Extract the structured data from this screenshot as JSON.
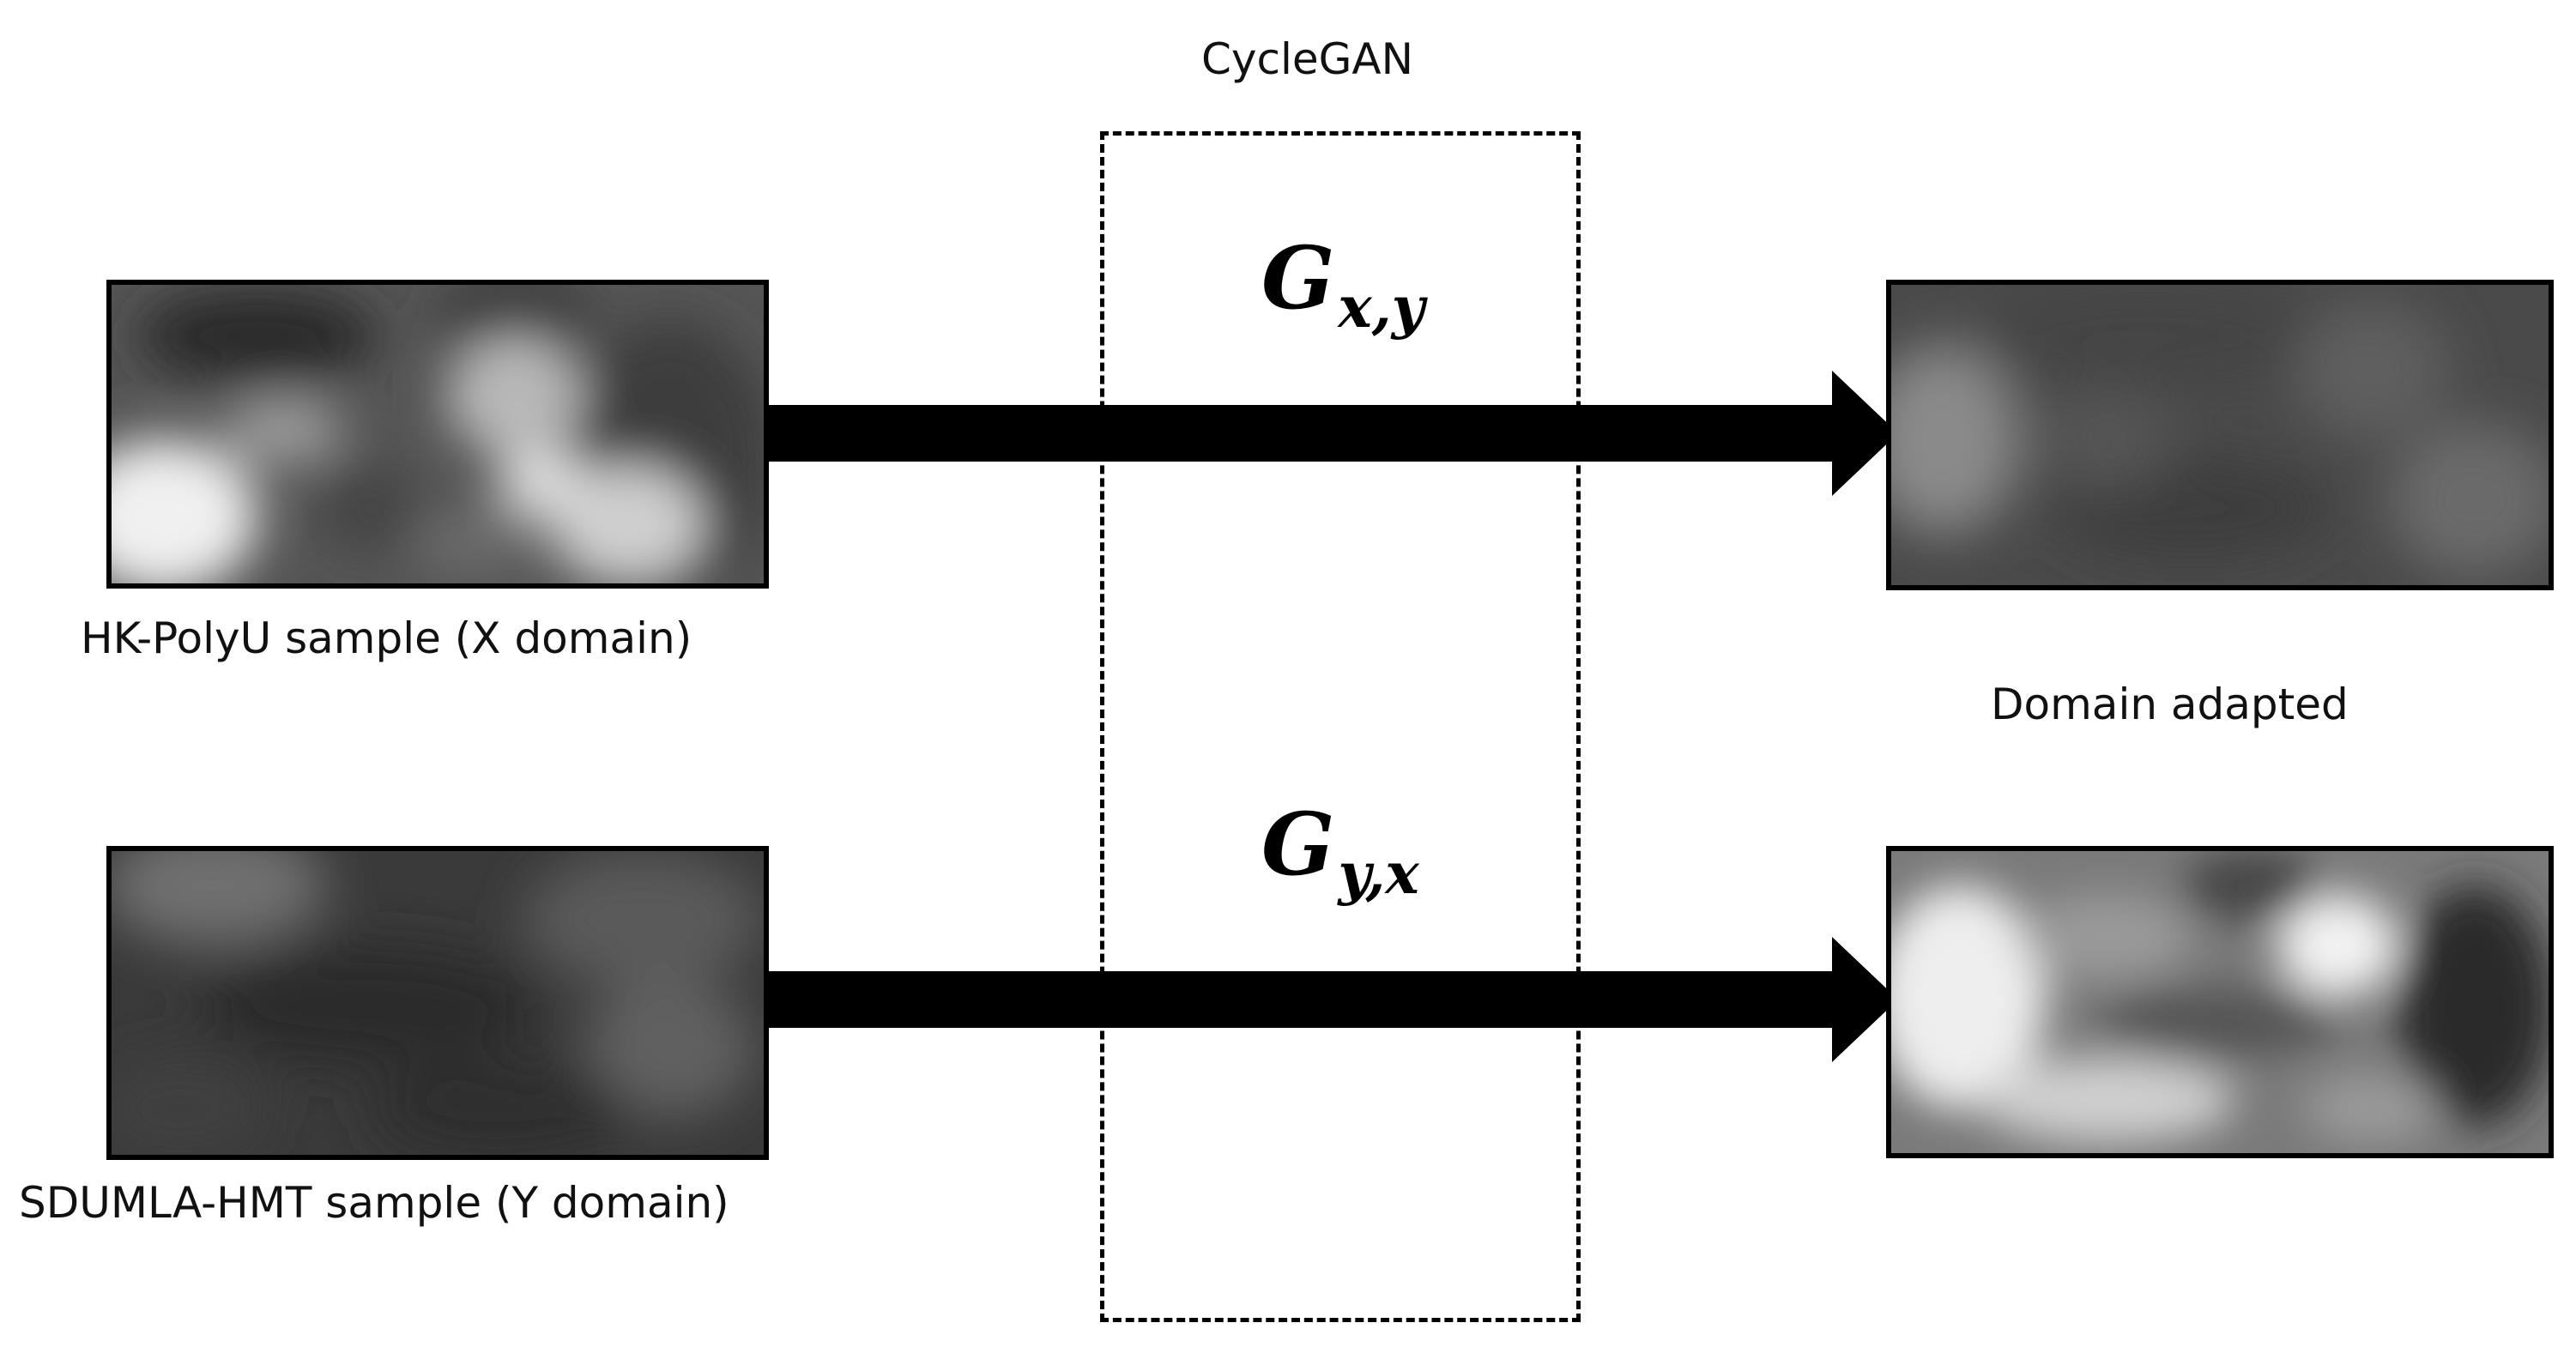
{
  "cyclegan": {
    "title": "CycleGAN"
  },
  "generator_xy": {
    "symbol": "G",
    "subscript": "x,y"
  },
  "generator_yx": {
    "symbol": "G",
    "subscript": "y,x"
  },
  "source_x": {
    "caption": "HK-PolyU sample (X domain)"
  },
  "source_y": {
    "caption": "SDUMLA-HMT sample (Y domain)"
  },
  "output": {
    "caption": "Domain adapted"
  }
}
